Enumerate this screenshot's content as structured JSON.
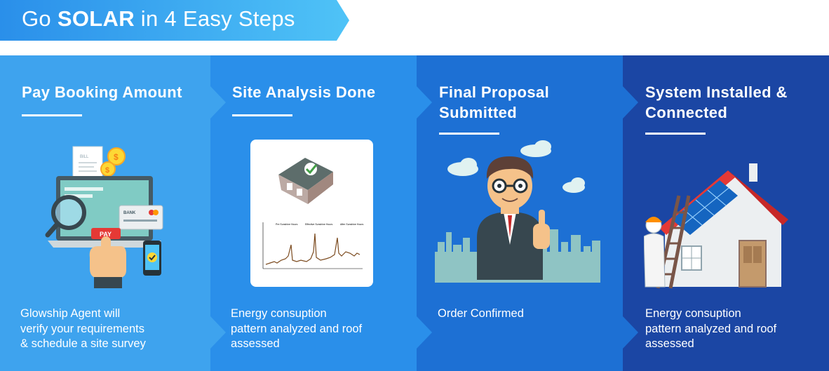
{
  "banner": {
    "title_prefix": "Go ",
    "title_bold": "SOLAR",
    "title_suffix": " in 4 Easy Steps"
  },
  "steps": [
    {
      "title": "Pay Booking Amount",
      "title_line2": "",
      "description": [
        "Glowship Agent will",
        "verify your requirements",
        "& schedule a site survey"
      ]
    },
    {
      "title": "Site Analysis Done",
      "title_line2": "",
      "description": [
        "Energy consuption",
        "pattern analyzed and roof",
        "assessed"
      ]
    },
    {
      "title": "Final Proposal",
      "title_line2": "Submitted",
      "description": [
        "Order Confirmed"
      ]
    },
    {
      "title": "System Installed &",
      "title_line2": "Connected",
      "description": [
        "Energy consuption",
        "pattern analyzed and roof",
        "assessed"
      ]
    }
  ],
  "illustrations": {
    "step1": {
      "bill_label": "BILL",
      "bank_label": "BANK",
      "pay_label": "PAY"
    },
    "step2": {
      "chart_labels": [
        "Pre Sunshine Hours",
        "Effective Sunshine Hours",
        "After Sunshine Hours"
      ]
    }
  },
  "colors": {
    "step1": "#3ea3ee",
    "step2": "#2a8fea",
    "step3": "#1d70d4",
    "step4": "#1b46a4",
    "banner_start": "#2a8fea",
    "banner_end": "#4fc3f7"
  },
  "icons": [
    "receipt-icon",
    "laptop-icon",
    "magnifier-icon",
    "coin-icon",
    "bank-card-icon",
    "phone-check-icon",
    "hand-pointer-icon",
    "house-check-icon",
    "line-chart-icon",
    "businessman-thumbs-up-icon",
    "cloud-icon",
    "city-skyline-icon",
    "solar-house-icon",
    "worker-ladder-icon"
  ]
}
